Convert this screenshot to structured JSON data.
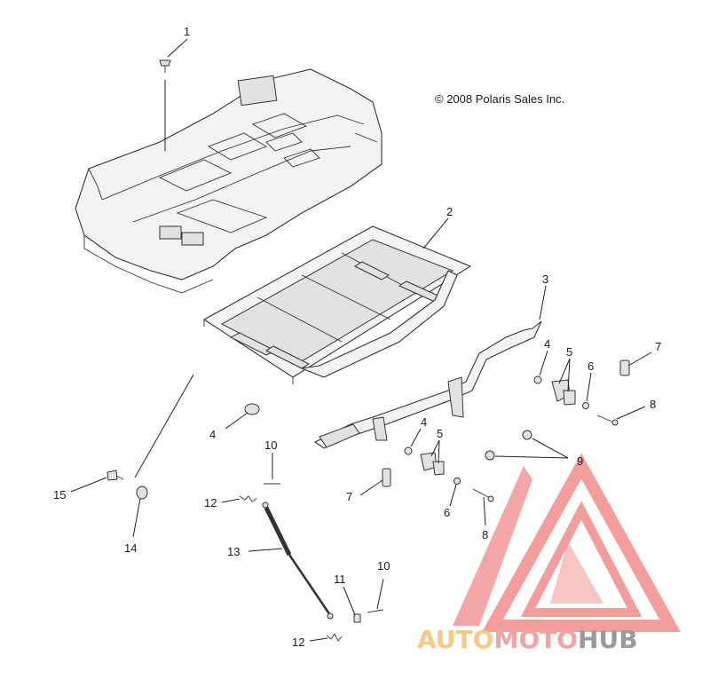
{
  "copyright": "© 2008 Polaris Sales Inc.",
  "callouts": [
    {
      "id": "c1",
      "label": "1"
    },
    {
      "id": "c2",
      "label": "2"
    },
    {
      "id": "c3",
      "label": "3"
    },
    {
      "id": "c4a",
      "label": "4"
    },
    {
      "id": "c4b",
      "label": "4"
    },
    {
      "id": "c4c",
      "label": "4"
    },
    {
      "id": "c5a",
      "label": "5"
    },
    {
      "id": "c5b",
      "label": "5"
    },
    {
      "id": "c6a",
      "label": "6"
    },
    {
      "id": "c6b",
      "label": "6"
    },
    {
      "id": "c7a",
      "label": "7"
    },
    {
      "id": "c7b",
      "label": "7"
    },
    {
      "id": "c8a",
      "label": "8"
    },
    {
      "id": "c8b",
      "label": "8"
    },
    {
      "id": "c9",
      "label": "9"
    },
    {
      "id": "c10a",
      "label": "10"
    },
    {
      "id": "c10b",
      "label": "10"
    },
    {
      "id": "c11",
      "label": "11"
    },
    {
      "id": "c12a",
      "label": "12"
    },
    {
      "id": "c12b",
      "label": "12"
    },
    {
      "id": "c13",
      "label": "13"
    },
    {
      "id": "c14",
      "label": "14"
    },
    {
      "id": "c15",
      "label": "15"
    }
  ],
  "watermark": {
    "part1": "AUTO",
    "part2": "MOTO",
    "part3": "HUB",
    "colors": {
      "auto": "#f6c98a",
      "moto": "#f4a3a3",
      "hub": "#9a9a9a",
      "logo": "#f28c8c"
    }
  }
}
